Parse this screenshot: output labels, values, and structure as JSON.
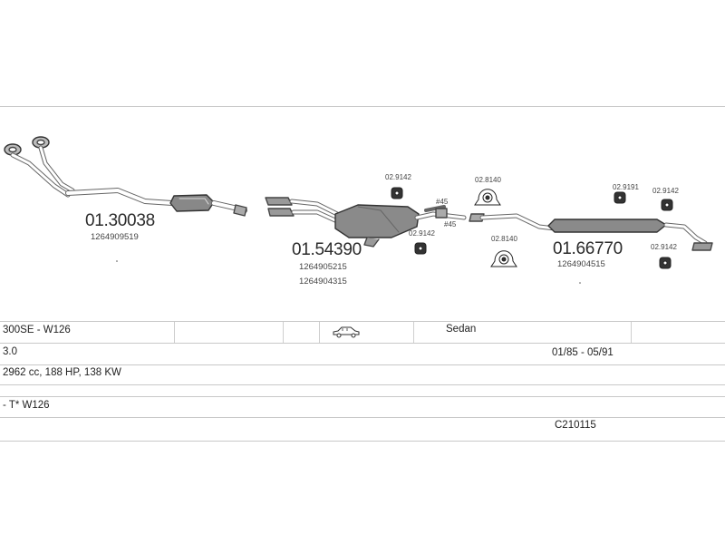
{
  "parts": {
    "front_pipe": {
      "number": "01.30038",
      "oem": "1264909519"
    },
    "middle_silencer": {
      "number": "01.54390",
      "oem": [
        "1264905215",
        "1264904315"
      ]
    },
    "rear_silencer": {
      "number": "01.66770",
      "oem": "1264904515"
    }
  },
  "small_parts": {
    "p1": "02.9142",
    "p2": "02.9142",
    "p3": "02.8140",
    "p4": "02.8140",
    "p5": "02.9191",
    "p6": "02.9142",
    "p7": "02.9142",
    "m45a": "#45",
    "m45b": "#45"
  },
  "vehicle": {
    "model": "300SE - W126",
    "body": "Sedan",
    "engine": "3.0",
    "years": "01/85 - 05/91",
    "specs": "2962 cc, 188 HP, 138 KW",
    "type": "- T* W126",
    "code": "C210115",
    "icon": "car-icon"
  }
}
